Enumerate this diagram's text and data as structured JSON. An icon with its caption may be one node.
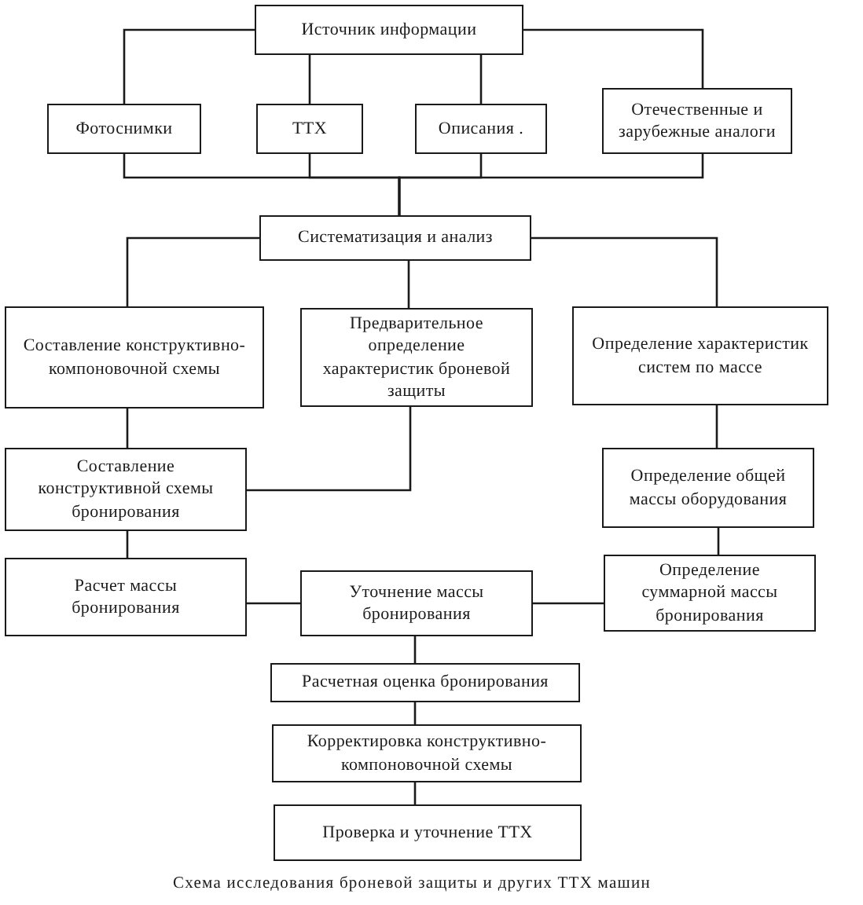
{
  "diagram": {
    "caption": "Схема исследования броневой защиты и других ТТХ машин",
    "nodes": [
      {
        "text": [
          "Источник информации"
        ]
      },
      {
        "text": [
          "Фотоснимки"
        ]
      },
      {
        "text": [
          "ТТХ"
        ]
      },
      {
        "text": [
          "Описания ."
        ]
      },
      {
        "text": [
          "Отечественные и зарубежные аналоги"
        ]
      },
      {
        "text": [
          "Систематизация и анализ"
        ]
      },
      {
        "text": [
          "Составление конструктивно-компоновочной схемы"
        ]
      },
      {
        "text": [
          "Предварительное определение характеристик броневой защиты"
        ]
      },
      {
        "text": [
          "Определение характеристик систем по массе"
        ]
      },
      {
        "text": [
          "Составление конструктивной схемы бронирования"
        ]
      },
      {
        "text": [
          "Определение общей массы оборудования"
        ]
      },
      {
        "text": [
          "Расчет массы бронирования"
        ]
      },
      {
        "text": [
          "Уточнение массы бронирования"
        ]
      },
      {
        "text": [
          "Определение суммарной массы бронирования"
        ]
      },
      {
        "text": [
          "Расчетная оценка бронирования"
        ]
      },
      {
        "text": [
          "Корректировка конструктивно-компоновочной схемы"
        ]
      },
      {
        "text": [
          "Проверка и уточнение ТТХ"
        ]
      }
    ],
    "edges": [
      {
        "from": 0,
        "to": 1,
        "arrow": "none"
      },
      {
        "from": 0,
        "to": 2,
        "arrow": "none"
      },
      {
        "from": 0,
        "to": 3,
        "arrow": "none"
      },
      {
        "from": 0,
        "to": 4,
        "arrow": "none"
      },
      {
        "from": 1,
        "to": 5,
        "arrow": "none"
      },
      {
        "from": 2,
        "to": 5,
        "arrow": "none"
      },
      {
        "from": 3,
        "to": 5,
        "arrow": "none"
      },
      {
        "from": 4,
        "to": 5,
        "arrow": "none"
      },
      {
        "from": 5,
        "to": 6,
        "arrow": "none"
      },
      {
        "from": 5,
        "to": 7,
        "arrow": "none"
      },
      {
        "from": 5,
        "to": 8,
        "arrow": "none"
      },
      {
        "from": 6,
        "to": 9,
        "arrow": "none"
      },
      {
        "from": 7,
        "to": 9,
        "arrow": "none"
      },
      {
        "from": 8,
        "to": 10,
        "arrow": "none"
      },
      {
        "from": 9,
        "to": 11,
        "arrow": "none"
      },
      {
        "from": 10,
        "to": 13,
        "arrow": "none"
      },
      {
        "from": 11,
        "to": 12,
        "arrow": "none"
      },
      {
        "from": 13,
        "to": 12,
        "arrow": "none"
      },
      {
        "from": 12,
        "to": 14,
        "arrow": "none"
      },
      {
        "from": 14,
        "to": 15,
        "arrow": "none"
      },
      {
        "from": 15,
        "to": 16,
        "arrow": "none"
      }
    ]
  }
}
